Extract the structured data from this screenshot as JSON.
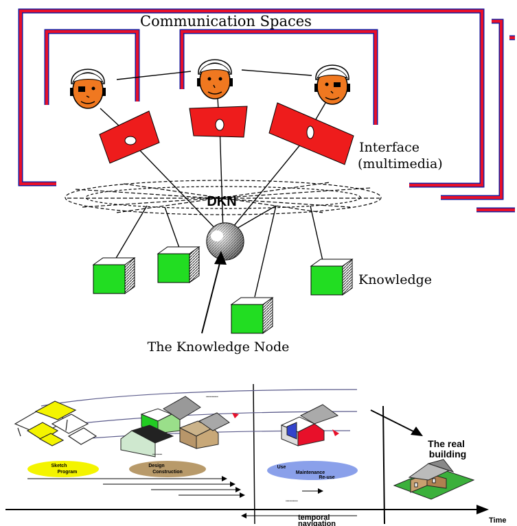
{
  "top_diagram": {
    "title": "Communication Spaces",
    "interface_label_line1": "Interface",
    "interface_label_line2": "(multimedia)",
    "network_label": "DKN",
    "knowledge_label": "Knowledge",
    "node_label": "The Knowledge Node"
  },
  "timeline": {
    "phase_sketch_line1": "Sketch",
    "phase_sketch_line2": "Program",
    "phase_design_line1": "Design",
    "phase_design_line2": "Construction",
    "phase_use_line1": "Use",
    "phase_use_line2": "Maintenance",
    "phase_use_line3": "Re-use",
    "real_building_line1": "The real",
    "real_building_line2": "building",
    "temporal_line1": "temporal",
    "temporal_line2": "navigation",
    "time_axis": "Time"
  },
  "colors": {
    "frame_red": "#e8102a",
    "frame_blue": "#1a1a9a",
    "face_orange": "#f07820",
    "screen_red": "#ee1c1c",
    "box_green": "#22dd22",
    "sketch_yellow": "#f4f400",
    "ellipse_brown": "#b89a6a",
    "ellipse_blue": "#8aa0ea"
  }
}
